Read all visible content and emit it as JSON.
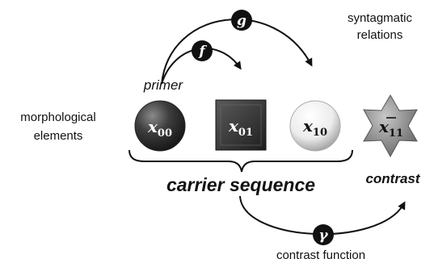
{
  "labels": {
    "syntagmatic_line1": "syntagmatic",
    "syntagmatic_line2": "relations",
    "primer": "primer",
    "morph_line1": "morphological",
    "morph_line2": "elements",
    "carrier": "carrier sequence",
    "contrast": "contrast",
    "contrast_function": "contrast function"
  },
  "function_nodes": {
    "f": "f",
    "g": "g",
    "gamma": "γ"
  },
  "elements": [
    {
      "var": "x",
      "sub": "00",
      "shape": "dark-sphere",
      "overline": false
    },
    {
      "var": "x",
      "sub": "01",
      "shape": "dark-square",
      "overline": false
    },
    {
      "var": "x",
      "sub": "10",
      "shape": "light-sphere",
      "overline": false
    },
    {
      "var": "x",
      "sub": "11",
      "shape": "star",
      "overline": true
    }
  ],
  "colors": {
    "node_fill": "#111111",
    "dark_sphere": "#3a3a3a",
    "light_sphere": "#f2f2f2",
    "star": "#8a8a8a"
  }
}
